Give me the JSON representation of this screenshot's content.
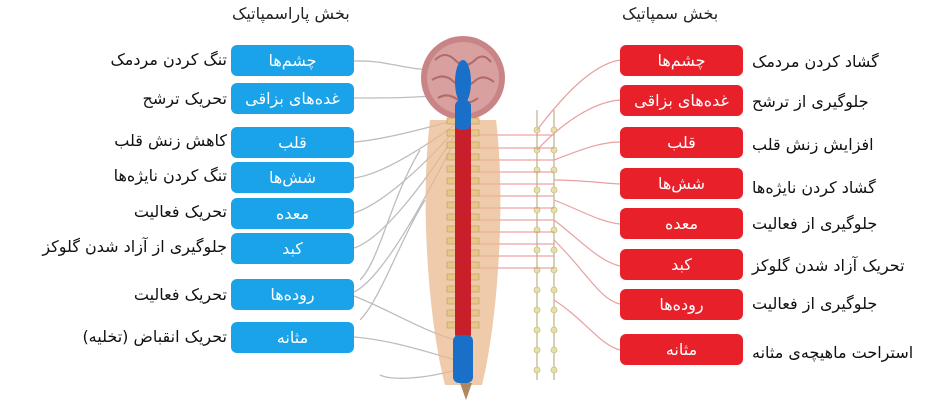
{
  "titles": {
    "parasympathetic": "بخش پاراسمپاتیک",
    "sympathetic": "بخش سمپاتیک"
  },
  "colors": {
    "parasympathetic": "#1aa3e8",
    "sympathetic": "#e8202a",
    "spinal_cord": "#c8202a",
    "nerve": "#b9b9b9"
  },
  "parasympathetic": [
    {
      "organ": "چشم‌ها",
      "effect": "تنگ کردن مردمک"
    },
    {
      "organ": "غده‌های بزاقی",
      "effect": "تحریک ترشح"
    },
    {
      "organ": "قلب",
      "effect": "کاهش زنش قلب"
    },
    {
      "organ": "شش‌ها",
      "effect": "تنگ کردن نایژه‌ها"
    },
    {
      "organ": "معده",
      "effect": "تحریک فعالیت"
    },
    {
      "organ": "کبد",
      "effect": "جلوگیری از آزاد شدن گلوکز"
    },
    {
      "organ": "روده‌ها",
      "effect": "تحریک فعالیت"
    },
    {
      "organ": "مثانه",
      "effect": "تحریک انقباض (تخلیه)"
    }
  ],
  "sympathetic": [
    {
      "organ": "چشم‌ها",
      "effect": "گشاد کردن مردمک"
    },
    {
      "organ": "غده‌های بزاقی",
      "effect": "جلوگیری از ترشح"
    },
    {
      "organ": "قلب",
      "effect": "افزایش زنش قلب"
    },
    {
      "organ": "شش‌ها",
      "effect": "گشاد کردن نایژه‌ها"
    },
    {
      "organ": "معده",
      "effect": "جلوگیری از فعالیت"
    },
    {
      "organ": "کبد",
      "effect": "تحریک آزاد شدن گلوکز"
    },
    {
      "organ": "روده‌ها",
      "effect": "جلوگیری از فعالیت"
    },
    {
      "organ": "مثانه",
      "effect": "استراحت ماهیچه‌ی مثانه"
    }
  ]
}
